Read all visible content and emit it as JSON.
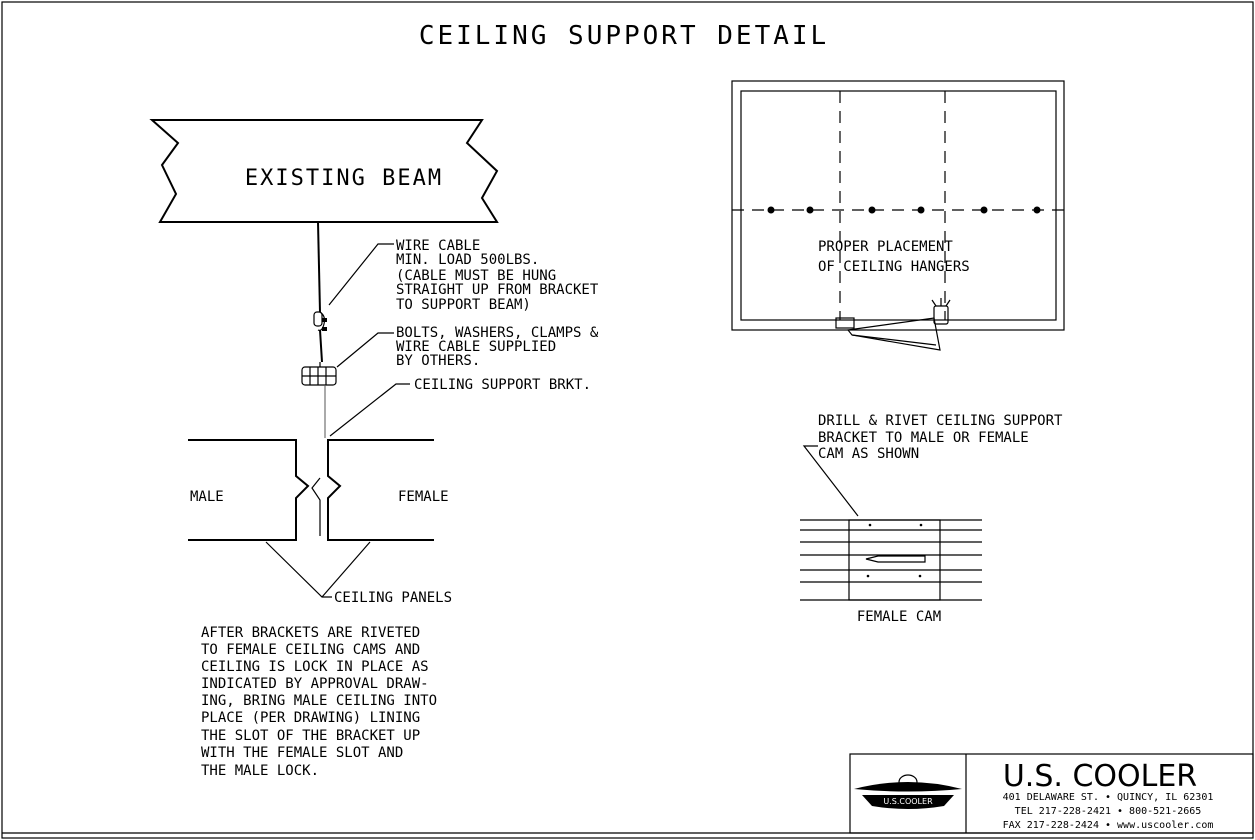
{
  "title": "CEILING SUPPORT DETAIL",
  "beam": {
    "label": "EXISTING BEAM"
  },
  "callouts": {
    "wire_cable": [
      "WIRE CABLE",
      "MIN. LOAD 500LBS.",
      "(CABLE MUST BE HUNG",
      "STRAIGHT UP FROM BRACKET",
      "TO SUPPORT BEAM)"
    ],
    "bolts": [
      "BOLTS, WASHERS, CLAMPS &",
      "WIRE CABLE SUPPLIED",
      "BY OTHERS."
    ],
    "bracket": "CEILING SUPPORT BRKT.",
    "panels": "CEILING PANELS"
  },
  "panel_labels": {
    "male": "MALE",
    "female": "FEMALE"
  },
  "notes": [
    "AFTER BRACKETS ARE RIVETED",
    "TO FEMALE CEILING CAMS AND",
    "CEILING IS LOCK IN PLACE AS",
    "INDICATED BY APPROVAL DRAW-",
    "ING, BRING MALE CEILING INTO",
    "PLACE (PER DRAWING) LINING",
    "THE SLOT OF THE BRACKET UP",
    "WITH THE FEMALE SLOT AND",
    "THE MALE LOCK."
  ],
  "plan_view": {
    "label": [
      "PROPER PLACEMENT",
      "OF CEILING HANGERS"
    ]
  },
  "cam_detail": {
    "callout": [
      "DRILL & RIVET CEILING SUPPORT",
      "BRACKET TO MALE OR FEMALE",
      "CAM AS SHOWN"
    ],
    "label": "FEMALE CAM"
  },
  "title_block": {
    "logo_text": "U.S.COOLER",
    "company": "U.S. COOLER",
    "address": "401 DELAWARE ST. • QUINCY, IL 62301",
    "tel": "TEL 217-228-2421 • 800-521-2665",
    "fax": "FAX 217-228-2424 • www.uscooler.com"
  }
}
